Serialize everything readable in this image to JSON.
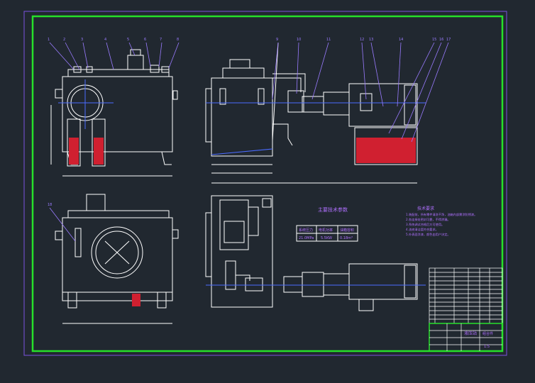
{
  "colors": {
    "background": "#212830",
    "outer_border": "#7a52e0",
    "inner_border": "#27e02a",
    "lines": "#ffffff",
    "leaders": "#9a7bff",
    "centerline": "#4a6bff",
    "hatch": "#d02030",
    "notes_text": "#b070ff",
    "title_block": "#ffffff",
    "title_block_accent": "#27e02a"
  },
  "table": {
    "title": "主要技术参数",
    "headers": [
      "系统压力",
      "电机功率",
      "油箱容积"
    ],
    "values": [
      "21.0MPa",
      "5.5KW",
      "0.18m³"
    ]
  },
  "notes": {
    "title": "技术要求",
    "lines": [
      "1.装配前，所有零件清洗干净，油箱内部需涂防锈漆。",
      "2.各连接处密封可靠，不得渗漏。",
      "3.系统调试合格后方可使用。",
      "4.油液清洁度符合要求。",
      "5.外表面涂漆，颜色由用户决定。"
    ]
  },
  "title_block": {
    "drawing_name": "液压站",
    "material": "组合件",
    "scale": "1:5"
  },
  "balloons": [
    "1",
    "2",
    "3",
    "4",
    "5",
    "6",
    "7",
    "8",
    "9",
    "10",
    "11",
    "12",
    "13",
    "14",
    "15",
    "16",
    "17",
    "18"
  ]
}
